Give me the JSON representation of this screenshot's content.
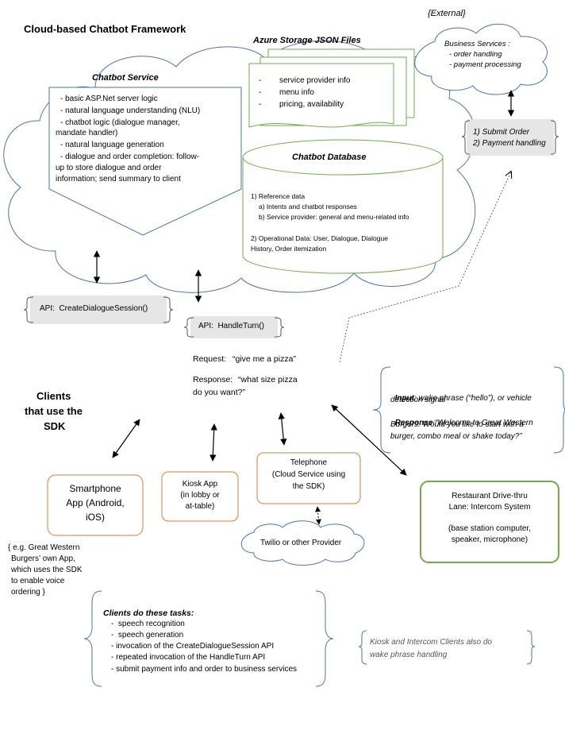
{
  "title": "Cloud-based Chatbot Framework",
  "external_label": "{External}",
  "azure": {
    "label": "Azure Storage JSON Files",
    "items": [
      "service provider info",
      "menu info",
      "pricing, availability"
    ]
  },
  "business_services": {
    "title": "Business Services :",
    "items": [
      "- order handling",
      "- payment processing"
    ]
  },
  "submit_box": [
    "1) Submit Order",
    "2) Payment handling"
  ],
  "chatbot_service": {
    "title": "Chatbot Service",
    "items": [
      "- basic ASP.Net server logic",
      "- natural language understanding (NLU)",
      "- chatbot logic (dialogue manager,",
      "mandate handler)",
      "- natural language generation",
      "- dialogue and order completion: follow-",
      "up to store dialogue and order",
      "information; send summary to client"
    ]
  },
  "chatbot_db": {
    "title": "Chatbot Database",
    "lines": [
      "1) Reference data",
      "a) Intents and chatbot responses",
      "b) Service provider: general and menu-related info",
      "2) Operational Data: User, Dialogue, Dialogue",
      "History, Order itemization"
    ]
  },
  "api_create": "API:  CreateDialogueSession()",
  "api_handle": "API:  HandleTurn()",
  "request": {
    "label": "Request:",
    "text": "“give me a pizza”"
  },
  "response": {
    "label": "Response:",
    "line1": "“what size pizza",
    "line2": "do you want?”"
  },
  "clients_label": [
    "Clients",
    "that use the",
    "SDK"
  ],
  "wake": {
    "input_label": "Input",
    "input_text": ": wake phrase (“hello”), or vehicle",
    "input_line2": "detection signal",
    "response_label": "Response",
    "response_text": ":“Welcome to Great Western",
    "response_line2": "Burgers. Would you like to start with a",
    "response_line3": "burger, combo meal or shake today?”"
  },
  "smartphone": [
    "Smartphone",
    "App (Android,",
    "iOS)"
  ],
  "kiosk": [
    "Kiosk App",
    "(in lobby or",
    "at-table)"
  ],
  "telephone": [
    "Telephone",
    "(Cloud Service using",
    "the SDK)"
  ],
  "drivethru": {
    "title": [
      "Restaurant Drive-thru",
      "Lane: Intercom System"
    ],
    "detail": [
      "(base station computer,",
      "speaker, microphone)"
    ]
  },
  "twilio": "Twilio or other Provider",
  "smartphone_note": [
    "{ e.g. Great Western",
    "Burgers’ own App,",
    "which uses the SDK",
    "to enable voice",
    "ordering }"
  ],
  "client_tasks": {
    "title": "Clients do these tasks:",
    "items": [
      "-  speech recognition",
      "-  speech generation",
      "- invocation of the CreateDialogueSession API",
      "- repeated invocation of the HandleTurn API",
      "- submit payment info and order to business services"
    ]
  },
  "kiosk_note": [
    "Kiosk and Intercom Clients also do",
    "wake phrase handling"
  ],
  "colors": {
    "cloud": "#4f73b6",
    "green": "#70ad47",
    "orange": "#e07b39",
    "gray_box": "#e6e6e6"
  }
}
